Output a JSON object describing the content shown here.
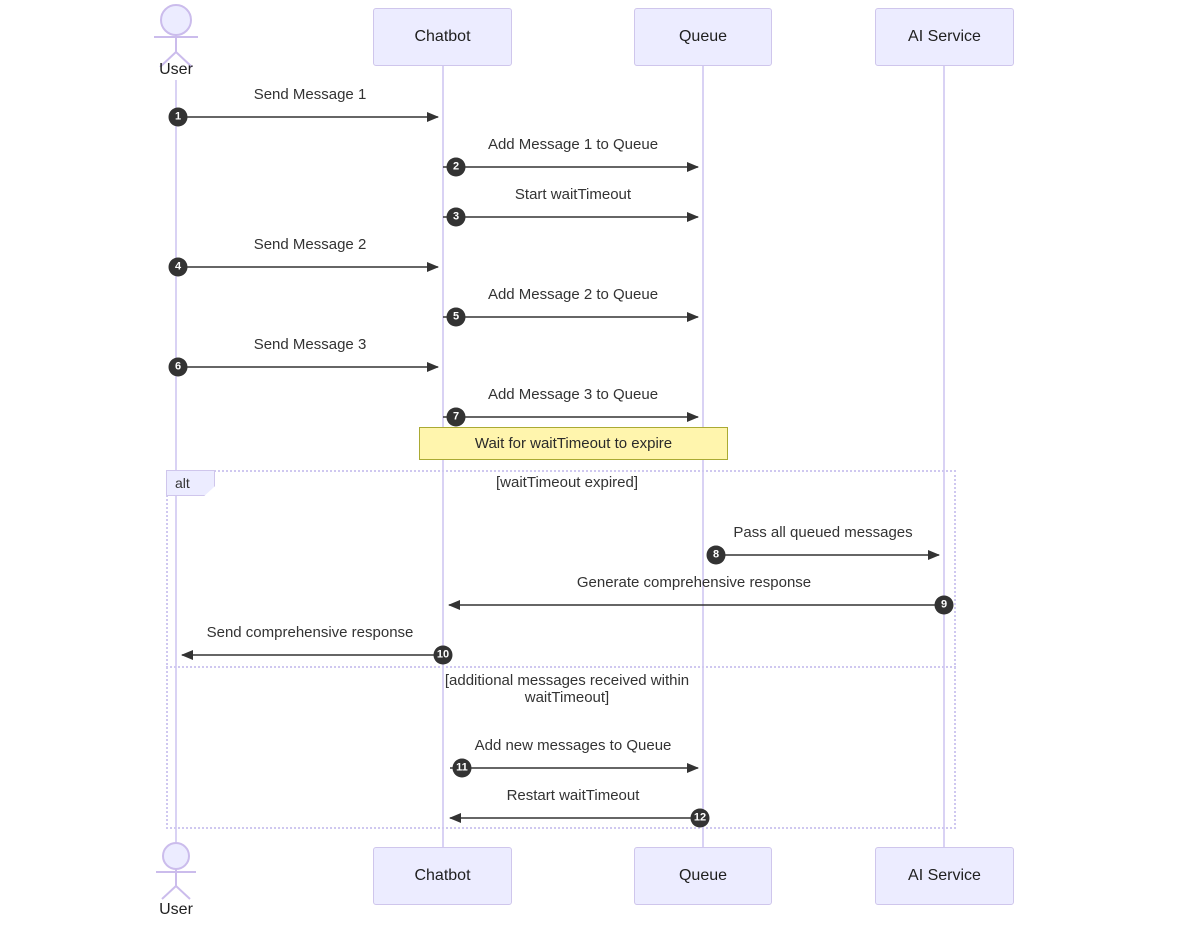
{
  "diagram": {
    "type": "sequence",
    "actors": [
      {
        "name": "User",
        "kind": "actor"
      },
      {
        "name": "Chatbot",
        "kind": "participant"
      },
      {
        "name": "Queue",
        "kind": "participant"
      },
      {
        "name": "AI Service",
        "kind": "participant"
      }
    ],
    "messages": [
      {
        "num": "1",
        "label": "Send Message 1",
        "from": "User",
        "to": "Chatbot"
      },
      {
        "num": "2",
        "label": "Add Message 1 to Queue",
        "from": "Chatbot",
        "to": "Queue"
      },
      {
        "num": "3",
        "label": "Start waitTimeout",
        "from": "Chatbot",
        "to": "Queue"
      },
      {
        "num": "4",
        "label": "Send Message 2",
        "from": "User",
        "to": "Chatbot"
      },
      {
        "num": "5",
        "label": "Add Message 2 to Queue",
        "from": "Chatbot",
        "to": "Queue"
      },
      {
        "num": "6",
        "label": "Send Message 3",
        "from": "User",
        "to": "Chatbot"
      },
      {
        "num": "7",
        "label": "Add Message 3 to Queue",
        "from": "Chatbot",
        "to": "Queue"
      },
      {
        "num": "8",
        "label": "Pass all queued messages",
        "from": "Queue",
        "to": "AI Service"
      },
      {
        "num": "9",
        "label": "Generate comprehensive response",
        "from": "AI Service",
        "to": "Chatbot"
      },
      {
        "num": "10",
        "label": "Send comprehensive response",
        "from": "Chatbot",
        "to": "User"
      },
      {
        "num": "11",
        "label": "Add new messages to Queue",
        "from": "Chatbot",
        "to": "Queue"
      },
      {
        "num": "12",
        "label": "Restart waitTimeout",
        "from": "Queue",
        "to": "Chatbot"
      }
    ],
    "note": {
      "text": "Wait for waitTimeout to expire",
      "over": [
        "Chatbot",
        "Queue"
      ]
    },
    "alt_block": {
      "label": "alt",
      "conditions": [
        "[waitTimeout expired]",
        "[additional messages received within waitTimeout]"
      ]
    },
    "colors": {
      "participant_fill": "#ECECFF",
      "participant_border": "#cfc6ec",
      "lifeline": "#d9d2f4",
      "note_fill": "#fff5ad",
      "note_border": "#aaaa33",
      "arrow": "#333333",
      "frame_border": "#cfc8f0",
      "badge_fill": "#333333",
      "badge_text": "#ffffff"
    }
  }
}
